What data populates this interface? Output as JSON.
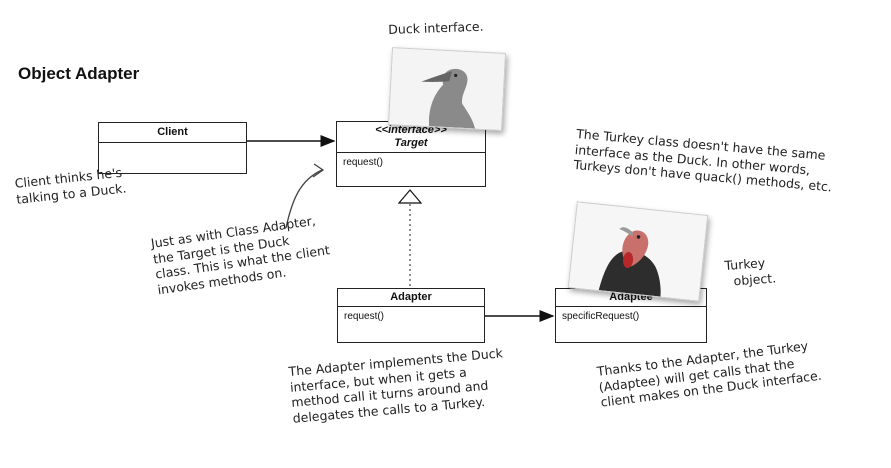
{
  "title": "Object Adapter",
  "notes": {
    "duck_interface": "Duck interface.",
    "client_thinks": [
      "Client thinks he's",
      "talking to a Duck."
    ],
    "class_adapter": [
      "Just as with Class Adapter,",
      "the Target is the Duck",
      "class. This is what the client",
      "invokes methods on."
    ],
    "turkey_class": [
      "The Turkey class doesn't have the same",
      "interface as the Duck. In other words,",
      "Turkeys don't have quack() methods, etc."
    ],
    "turkey_object": [
      "Turkey",
      "object."
    ],
    "adapter_implements": [
      "The Adapter implements the Duck",
      "interface, but when it gets a",
      "method call it turns around and",
      "delegates the calls to a Turkey."
    ],
    "thanks_adapter": [
      "Thanks to the Adapter, the Turkey",
      "(Adaptee) will get calls that the",
      "client makes on the Duck interface."
    ]
  },
  "boxes": {
    "client": {
      "name": "Client"
    },
    "target": {
      "stereotype": "<<interface>>",
      "name": "Target",
      "method": "request()"
    },
    "adapter": {
      "name": "Adapter",
      "method": "request()"
    },
    "adaptee": {
      "name": "Adaptee",
      "method": "specificRequest()"
    }
  },
  "icons": [
    "duck-photo",
    "turkey-photo",
    "arrow",
    "realization-arrow"
  ]
}
